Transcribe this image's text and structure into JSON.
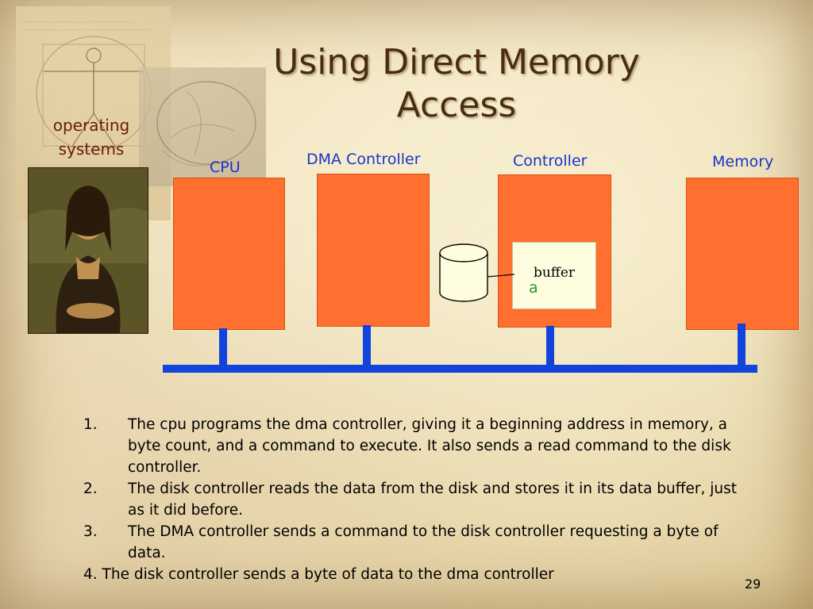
{
  "slide": {
    "title": "Using Direct Memory Access",
    "side_label": "operating systems",
    "page_number": "29"
  },
  "diagram": {
    "cpu_label": "CPU",
    "dma_label": "DMA Controller",
    "controller_label": "Controller",
    "memory_label": "Memory",
    "buffer_label": "buffer",
    "buffer_marker": "a",
    "colors": {
      "block": "#ff7030",
      "bus": "#1144dd",
      "labels": "#1a34c8",
      "buffer_bg": "#fffde0"
    }
  },
  "steps": [
    {
      "number": "1.",
      "text": "The cpu programs the dma controller, giving it a beginning address in memory, a byte count, and a command to execute. It also sends a read command to the disk controller."
    },
    {
      "number": "2.",
      "text": "The disk controller reads the data from the disk and stores it in its data buffer, just as it did before."
    },
    {
      "number": "3.",
      "text": "The DMA controller sends a command to the disk controller requesting a byte of data."
    },
    {
      "number": "4.",
      "text": "The disk controller sends a byte of data to the dma controller"
    }
  ],
  "images": [
    {
      "name": "vitruvian-man-sketch"
    },
    {
      "name": "anatomical-skull-sketch"
    },
    {
      "name": "mona-lisa-painting"
    }
  ]
}
